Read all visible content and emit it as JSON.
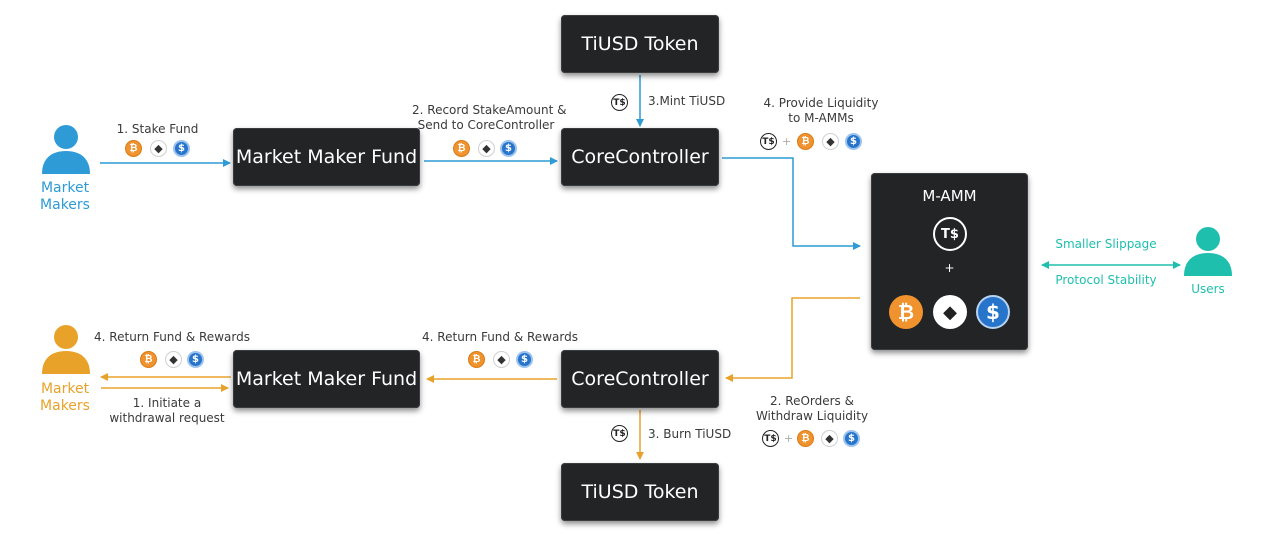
{
  "nodes": {
    "tiusd_token_top": "TiUSD Token",
    "market_maker_fund_top": "Market Maker Fund",
    "core_controller_top": "CoreController",
    "m_amm": "M-AMM",
    "m_amm_plus": "+",
    "market_maker_fund_bottom": "Market Maker Fund",
    "core_controller_bottom": "CoreController",
    "tiusd_token_bottom": "TiUSD Token"
  },
  "actors": {
    "market_makers_top": [
      "Market",
      "Makers"
    ],
    "market_makers_bottom": [
      "Market",
      "Makers"
    ],
    "users": "Users"
  },
  "edges": {
    "stake_fund": "1. Stake Fund",
    "record_stake": [
      "2. Record StakeAmount &",
      "Send to CoreController"
    ],
    "mint_tiusd": "3.Mint TiUSD",
    "provide_liquidity": [
      "4. Provide Liquidity",
      "to M-AMMs"
    ],
    "smaller_slippage": "Smaller Slippage",
    "protocol_stability": "Protocol Stability",
    "return_fund_left": "4. Return Fund & Rewards",
    "return_fund_mid": "4. Return Fund & Rewards",
    "initiate_withdrawal": [
      "1. Initiate a",
      "withdrawal request"
    ],
    "reorders": [
      "2. ReOrders &",
      "Withdraw Liquidity"
    ],
    "burn_tiusd": "3. Burn TiUSD"
  },
  "colors": {
    "blue": "#2e9bd6",
    "orange": "#e8a22a",
    "teal": "#1fbfae",
    "box": "#222426"
  },
  "icons": [
    "bitcoin-icon",
    "ethereum-icon",
    "usdc-icon",
    "tiusd-icon"
  ]
}
